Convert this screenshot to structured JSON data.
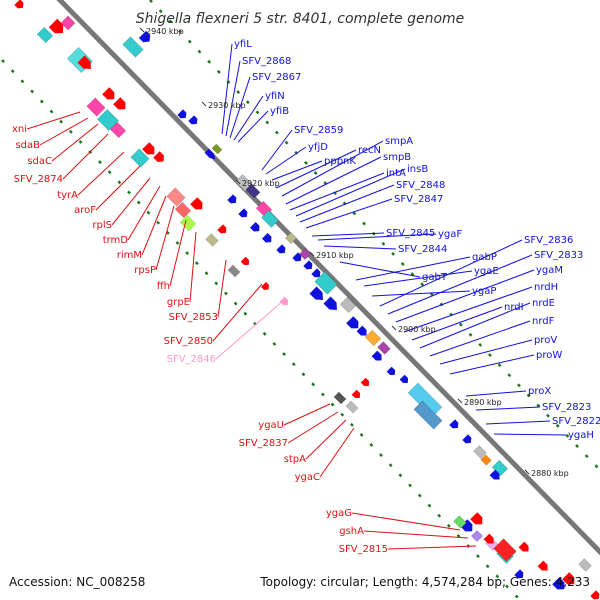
{
  "title": "Shigella flexneri 5 str. 8401, complete genome",
  "footer": {
    "accession": "Accession: NC_008258",
    "summary": "Topology: circular; Length: 4,574,284 bp; Genes: 4,233"
  },
  "colors": {
    "backbone": "#888888",
    "plus_label": "#1010dd",
    "minus_label": "#dd1111",
    "highlight_label": "#ff99cc",
    "tick": "#227722"
  },
  "ticks": [
    "2940 kbp",
    "2930 kbp",
    "2920 kbp",
    "2910 kbp",
    "2900 kbp",
    "2890 kbp",
    "2880 kbp"
  ],
  "plus_strand_labels": [
    "yfiL",
    "SFV_2868",
    "SFV_2867",
    "yfiN",
    "yfiB",
    "SFV_2859",
    "yfjD",
    "pppnK",
    "recN",
    "smpA",
    "smpB",
    "intA",
    "insB",
    "SFV_2848",
    "SFV_2847",
    "SFV_2845",
    "ygaF",
    "SFV_2844",
    "gabT",
    "gabP",
    "ygaE",
    "ygaP",
    "SFV_2836",
    "SFV_2833",
    "ygaM",
    "nrdH",
    "nrdI",
    "nrdE",
    "nrdF",
    "proV",
    "proW",
    "proX",
    "SFV_2823",
    "SFV_2822",
    "ygaH"
  ],
  "minus_strand_labels": [
    "xni",
    "sdaB",
    "sdaC",
    "SFV_2874",
    "tyrA",
    "aroF",
    "rplS",
    "trmD",
    "rimM",
    "rpsP",
    "ffh",
    "grpE",
    "SFV_2853",
    "SFV_2850",
    "SFV_2846",
    "ygaU",
    "SFV_2837",
    "stpA",
    "ygaC",
    "ygaG",
    "gshA",
    "SFV_2815"
  ]
}
